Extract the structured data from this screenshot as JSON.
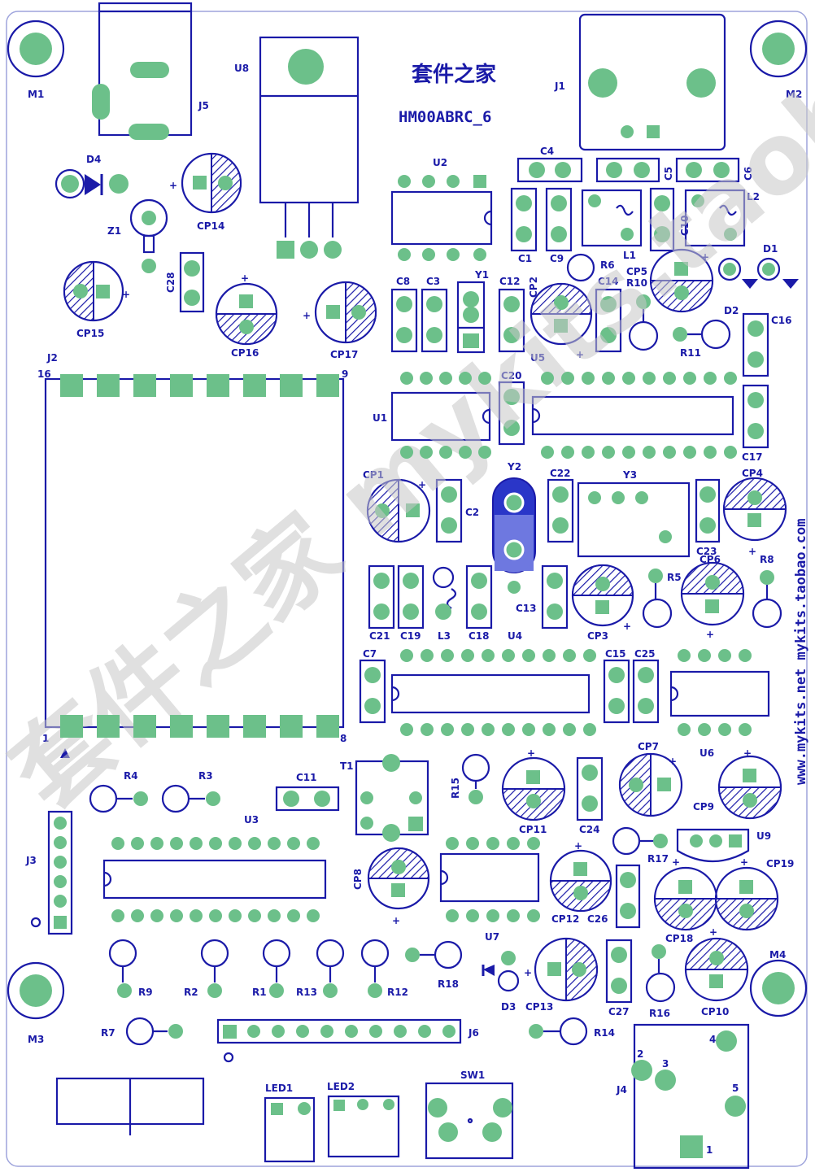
{
  "board": {
    "title_cn": "套件之家",
    "model": "HM00ABRC_6",
    "side_text": "www.mykits.net   mykits.taobao.com",
    "watermark": "套件之家  mykits.taobao",
    "colors": {
      "silkscreen": "#1a1aa8",
      "pad": "#6cc08a",
      "background": "#ffffff",
      "highlight": "#2a36c8"
    }
  },
  "labels": {
    "M1": "M1",
    "M2": "M2",
    "M3": "M3",
    "M4": "M4",
    "J1": "J1",
    "J2": "J2",
    "J3": "J3",
    "J4": "J4",
    "J5": "J5",
    "J6": "J6",
    "U1": "U1",
    "U2": "U2",
    "U3": "U3",
    "U4": "U4",
    "U5": "U5",
    "U6": "U6",
    "U7": "U7",
    "U8": "U8",
    "U9": "U9",
    "D1": "D1",
    "D2": "D2",
    "D3": "D3",
    "D4": "D4",
    "Z1": "Z1",
    "Y1": "Y1",
    "Y2": "Y2",
    "Y3": "Y3",
    "T1": "T1",
    "L1": "L1",
    "L2": "L2",
    "L3": "L3",
    "LED1": "LED1",
    "LED2": "LED2",
    "SW1": "SW1",
    "R1": "R1",
    "R2": "R2",
    "R3": "R3",
    "R4": "R4",
    "R5": "R5",
    "R6": "R6",
    "R7": "R7",
    "R8": "R8",
    "R9": "R9",
    "R10": "R10",
    "R11": "R11",
    "R12": "R12",
    "R13": "R13",
    "R14": "R14",
    "R15": "R15",
    "R16": "R16",
    "R17": "R17",
    "R18": "R18",
    "C1": "C1",
    "C2": "C2",
    "C3": "C3",
    "C4": "C4",
    "C5": "C5",
    "C6": "C6",
    "C7": "C7",
    "C8": "C8",
    "C9": "C9",
    "C10": "C10",
    "C11": "C11",
    "C12": "C12",
    "C13": "C13",
    "C14": "C14",
    "C15": "C15",
    "C16": "C16",
    "C17": "C17",
    "C18": "C18",
    "C19": "C19",
    "C20": "C20",
    "C21": "C21",
    "C22": "C22",
    "C23": "C23",
    "C24": "C24",
    "C25": "C25",
    "C26": "C26",
    "C27": "C27",
    "C28": "C28",
    "CP1": "CP1",
    "CP2": "CP2",
    "CP3": "CP3",
    "CP4": "CP4",
    "CP5": "CP5",
    "CP6": "CP6",
    "CP7": "CP7",
    "CP8": "CP8",
    "CP9": "CP9",
    "CP10": "CP10",
    "CP11": "CP11",
    "CP12": "CP12",
    "CP13": "CP13",
    "CP14": "CP14",
    "CP15": "CP15",
    "CP16": "CP16",
    "CP17": "CP17",
    "CP18": "CP18",
    "CP19": "CP19",
    "J2_pin16": "16",
    "J2_pin9": "9",
    "J2_pin1": "1",
    "J2_pin8": "8",
    "J4_pin1": "1",
    "J4_pin2": "2",
    "J4_pin3": "3",
    "J4_pin4": "4",
    "J4_pin5": "5"
  }
}
